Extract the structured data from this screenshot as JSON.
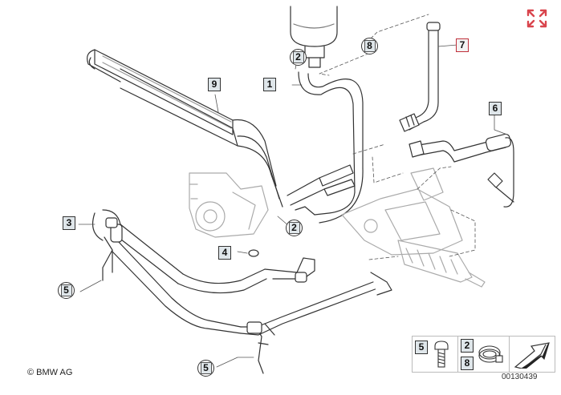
{
  "callouts": {
    "c1": "1",
    "c2a": "2",
    "c2b": "2",
    "c3": "3",
    "c4": "4",
    "c5a": "5",
    "c5b": "5",
    "c6": "6",
    "c7": "7",
    "c8": "8",
    "c9": "9"
  },
  "legend": {
    "l5": "5",
    "l2": "2",
    "l8": "8"
  },
  "copyright": "© BMW AG",
  "part_number": "00130439",
  "icons": {
    "expand": "expand-icon",
    "arrow": "arrow-icon"
  },
  "colors": {
    "line": "#333333",
    "label_bg": "#dfe6ea",
    "highlight": "#c0303b"
  }
}
